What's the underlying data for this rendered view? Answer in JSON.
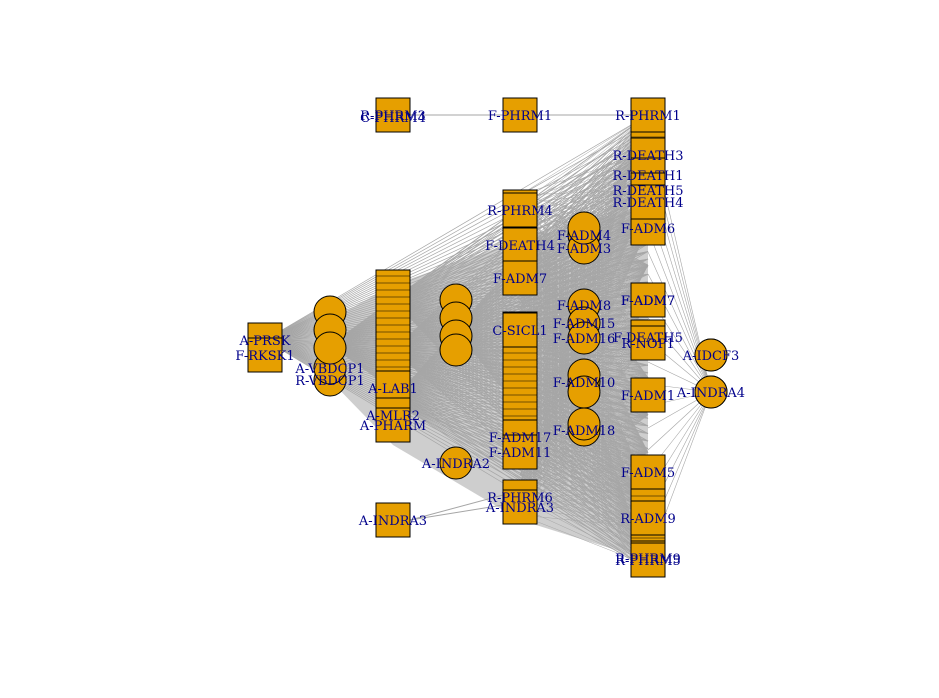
{
  "colors": {
    "background": "#ffffff",
    "node_fill": "#e69f00",
    "node_stroke": "#000000",
    "edge": "#a6a6a6",
    "label": "#00008b"
  },
  "nodes": [
    {
      "id": "r-phrm3",
      "label": "R-PHRM3",
      "shape": "square"
    },
    {
      "id": "c-phrm4",
      "label": "C-PHRM4",
      "shape": "square"
    },
    {
      "id": "f-phrm1",
      "label": "F-PHRM1",
      "shape": "square"
    },
    {
      "id": "r-phrm1",
      "label": "R-PHRM1",
      "shape": "square"
    },
    {
      "id": "r-phrm4",
      "label": "R-PHRM4",
      "shape": "square"
    },
    {
      "id": "f-death4",
      "label": "F-DEATH4",
      "shape": "square"
    },
    {
      "id": "f-adm7",
      "label": "F-ADM7",
      "shape": "square"
    },
    {
      "id": "f-adm6",
      "label": "F-ADM6",
      "shape": "square"
    },
    {
      "id": "f-adm7b",
      "label": "F-ADM7",
      "shape": "square"
    },
    {
      "id": "f-adm4",
      "label": "F-ADM4",
      "shape": "circle"
    },
    {
      "id": "f-adm3",
      "label": "F-ADM3",
      "shape": "circle"
    },
    {
      "id": "r-death3",
      "label": "R-DEATH3",
      "shape": "square"
    },
    {
      "id": "r-death1",
      "label": "R-DEATH1",
      "shape": "square"
    },
    {
      "id": "r-death5",
      "label": "R-DEATH5",
      "shape": "square"
    },
    {
      "id": "r-death4",
      "label": "R-DEATH4",
      "shape": "square"
    },
    {
      "id": "a-prsk",
      "label": "A-PRSK",
      "shape": "square"
    },
    {
      "id": "f-rksk1",
      "label": "F-RKSK1",
      "shape": "square"
    },
    {
      "id": "r-vbdcp1",
      "label": "R-VBDCP1",
      "shape": "circle"
    },
    {
      "id": "a-vbdcp1",
      "label": "A-VBDCP1",
      "shape": "circle"
    },
    {
      "id": "a-lab1",
      "label": "A-LAB1",
      "shape": "square"
    },
    {
      "id": "a-mlr2",
      "label": "A-MLR2",
      "shape": "square"
    },
    {
      "id": "a-pharm",
      "label": "A-PHARM",
      "shape": "square"
    },
    {
      "id": "c-sicl1",
      "label": "C-SICL1",
      "shape": "square"
    },
    {
      "id": "f-adm8",
      "label": "F-ADM8",
      "shape": "circle"
    },
    {
      "id": "f-adm15",
      "label": "F-ADM15",
      "shape": "circle"
    },
    {
      "id": "f-adm16",
      "label": "F-ADM16",
      "shape": "circle"
    },
    {
      "id": "f-adm7c",
      "label": "F-ADM7",
      "shape": "square"
    },
    {
      "id": "f-death5",
      "label": "F-DEATH5",
      "shape": "square"
    },
    {
      "id": "r-nop1",
      "label": "R-NOP1",
      "shape": "square"
    },
    {
      "id": "f-adm1",
      "label": "F-ADM1",
      "shape": "square"
    },
    {
      "id": "a-idcf3",
      "label": "A-IDCF3",
      "shape": "circle"
    },
    {
      "id": "a-indra4",
      "label": "A-INDRA4",
      "shape": "circle"
    },
    {
      "id": "f-adm10",
      "label": "F-ADM10",
      "shape": "circle"
    },
    {
      "id": "f-adm18",
      "label": "F-ADM18",
      "shape": "circle"
    },
    {
      "id": "f-adm17",
      "label": "F-ADM17",
      "shape": "square"
    },
    {
      "id": "f-adm11",
      "label": "F-ADM11",
      "shape": "square"
    },
    {
      "id": "a-indra2",
      "label": "A-INDRA2",
      "shape": "circle"
    },
    {
      "id": "a-indra3",
      "label": "A-INDRA3",
      "shape": "square"
    },
    {
      "id": "r-phrm6",
      "label": "R-PHRM6",
      "shape": "square"
    },
    {
      "id": "a-indra3b",
      "label": "A-INDRA3",
      "shape": "square"
    },
    {
      "id": "f-adm5",
      "label": "F-ADM5",
      "shape": "square"
    },
    {
      "id": "r-adm9",
      "label": "R-ADM9",
      "shape": "square"
    },
    {
      "id": "r-phrm9",
      "label": "R-PHRM9",
      "shape": "square"
    },
    {
      "id": "r-phrm5",
      "label": "R-PHRM5",
      "shape": "square"
    }
  ]
}
